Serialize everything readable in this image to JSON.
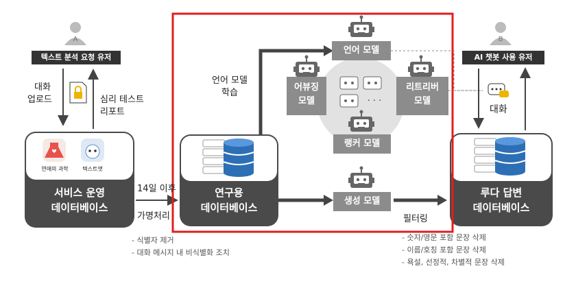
{
  "users": {
    "a": {
      "letter": "A",
      "label": "텍스트 분석 요청 유저"
    },
    "b": {
      "letter": "B",
      "label": "AI 챗봇 사용 유저"
    }
  },
  "left_flow": {
    "upload": [
      "대화",
      "업로드"
    ],
    "report": [
      "심리 테스트",
      "리포트"
    ]
  },
  "apps": [
    {
      "name": "연애의 과학"
    },
    {
      "name": "텍스트앳"
    }
  ],
  "service_db": [
    "서비스 운영",
    "데이터베이스"
  ],
  "research_db": [
    "연구용",
    "데이터베이스"
  ],
  "luda_db": [
    "루다 답변",
    "데이터베이스"
  ],
  "transfer": {
    "label": "14일 이후",
    "process": "가명처리"
  },
  "pseudonym_steps": [
    "- 식별자 제거",
    "- 대화 메시지 내 비식별화 조치"
  ],
  "train_label": [
    "언어 모델",
    "학습"
  ],
  "models": {
    "language": "언어 모델",
    "abusing": [
      "어뷰징",
      "모델"
    ],
    "retriever": [
      "리트리버",
      "모델"
    ],
    "ranker": "랭커 모델",
    "generation": "생성 모델",
    "ellipsis": "· · ·"
  },
  "filter": {
    "label": "필터링",
    "steps": [
      "- 숫자/영문 포함 문장 삭제",
      "- 이름/호칭 포함 문장 삭제",
      "- 욕설, 선정적, 차별적 문장 삭제"
    ]
  },
  "chat_label": "대화",
  "colors": {
    "accent_red": "#e01e1e",
    "dark_panel": "#4a4a4a",
    "model_gray": "#8c8c8c",
    "db_blue": "#2d6fb5"
  }
}
